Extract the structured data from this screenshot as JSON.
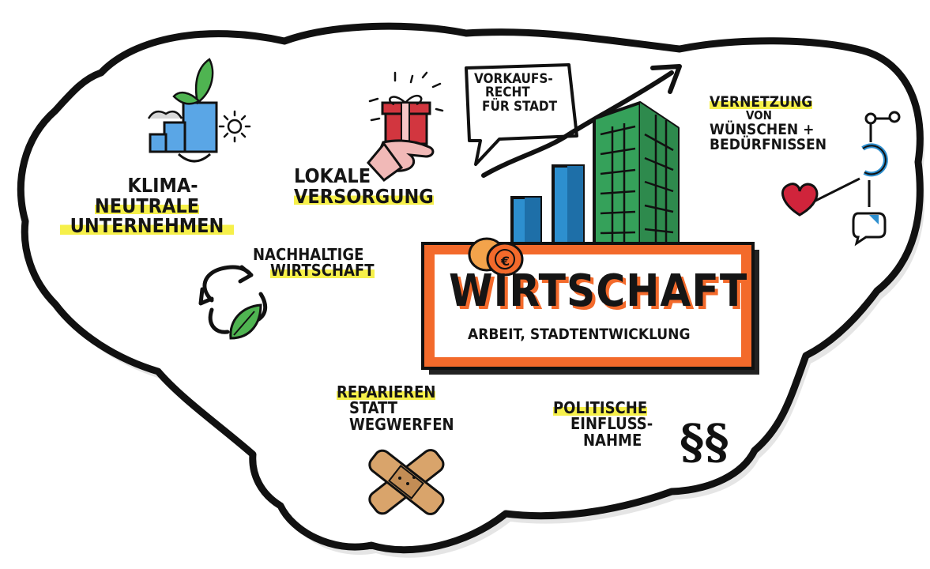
{
  "center": {
    "title": "WIRTSCHAFT",
    "subtitle": "ARBEIT, STADTENTWICKLUNG",
    "coin_symbol": "€"
  },
  "topics": {
    "klima": [
      "KLIMA-",
      "NEUTRALE",
      "UNTERNEHMEN"
    ],
    "lokale": [
      "LOKALE",
      "VERSORGUNG"
    ],
    "vorkaufs": [
      "VORKAUFS-",
      "RECHT",
      "FÜR STADT"
    ],
    "vernetzung": [
      "VERNETZUNG",
      "VON",
      "WÜNSCHEN +",
      "BEDÜRFNISSEN"
    ],
    "nachhaltige": [
      "NACHHALTIGE",
      "WIRTSCHAFT"
    ],
    "reparieren": [
      "REPARIEREN",
      "STATT",
      "WEGWERFEN"
    ],
    "politische": [
      "POLITISCHE",
      "EINFLUSS-",
      "NAHME"
    ],
    "paragraph": "§§"
  },
  "colors": {
    "outline": "#111111",
    "highlight": "#f6f04a",
    "orange": "#f36a2b",
    "green": "#35a15a",
    "blue": "#2d8fcf",
    "plaster": "#d9a46b",
    "heart": "#d0243b",
    "gift": "#d2363f",
    "hand": "#f1b9b7"
  }
}
